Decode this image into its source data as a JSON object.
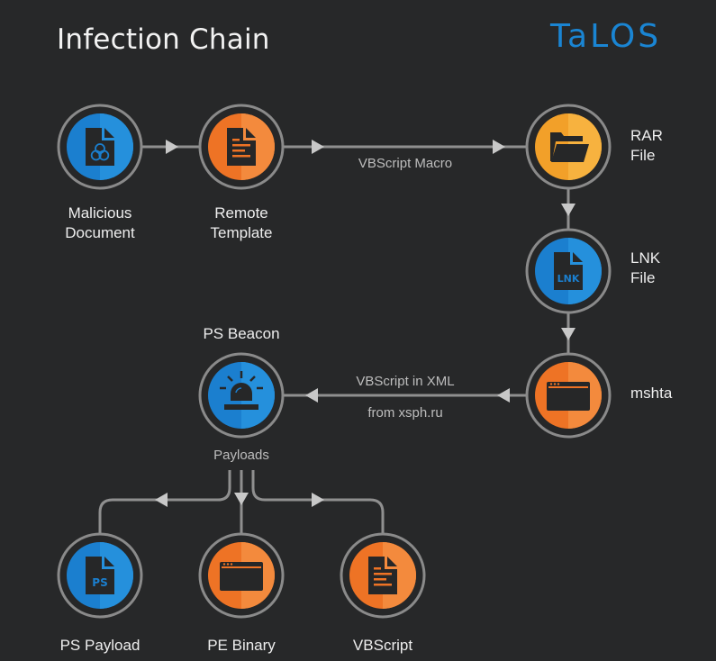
{
  "title": "Infection Chain",
  "logo": "TaLOS",
  "colors": {
    "background": "#272829",
    "blue": "#1b7fcf",
    "blue_light": "#2590dc",
    "orange": "#ee7325",
    "orange_light": "#f38a3d",
    "amber": "#f2a029",
    "amber_light": "#f7b23f",
    "ring": "#8a8a8a",
    "connector": "#8f8f8f",
    "arrow": "#c8c8c8",
    "logo": "#1a85d3"
  },
  "nodes": [
    {
      "id": "malicious-document",
      "label": "Malicious\nDocument",
      "icon": "biohazard-document-icon",
      "color": "blue"
    },
    {
      "id": "remote-template",
      "label": "Remote\nTemplate",
      "icon": "text-document-icon",
      "color": "orange"
    },
    {
      "id": "rar-file",
      "label": "RAR\nFile",
      "icon": "folder-icon",
      "color": "amber"
    },
    {
      "id": "lnk-file",
      "label": "LNK\nFile",
      "icon": "lnk-document-icon",
      "icon_text": "LNK",
      "color": "blue"
    },
    {
      "id": "mshta",
      "label": "mshta",
      "icon": "browser-window-icon",
      "color": "orange"
    },
    {
      "id": "ps-beacon",
      "label": "PS Beacon",
      "icon": "alarm-beacon-icon",
      "color": "blue"
    },
    {
      "id": "ps-payload",
      "label": "PS Payload",
      "icon": "ps-document-icon",
      "icon_text": "PS",
      "color": "blue"
    },
    {
      "id": "pe-binary",
      "label": "PE Binary",
      "icon": "browser-window-icon",
      "color": "orange"
    },
    {
      "id": "vbscript",
      "label": "VBScript",
      "icon": "text-document-icon",
      "color": "orange"
    }
  ],
  "edges": [
    {
      "from": "malicious-document",
      "to": "remote-template",
      "label": ""
    },
    {
      "from": "remote-template",
      "to": "rar-file",
      "label": "VBScript Macro"
    },
    {
      "from": "rar-file",
      "to": "lnk-file",
      "label": ""
    },
    {
      "from": "lnk-file",
      "to": "mshta",
      "label": ""
    },
    {
      "from": "mshta",
      "to": "ps-beacon",
      "label": "VBScript in XML",
      "sublabel": "from xsph.ru"
    },
    {
      "from": "ps-beacon",
      "to": "ps-payload",
      "label": ""
    },
    {
      "from": "ps-beacon",
      "to": "pe-binary",
      "label": ""
    },
    {
      "from": "ps-beacon",
      "to": "vbscript",
      "label": ""
    }
  ],
  "branch_label": "Payloads"
}
